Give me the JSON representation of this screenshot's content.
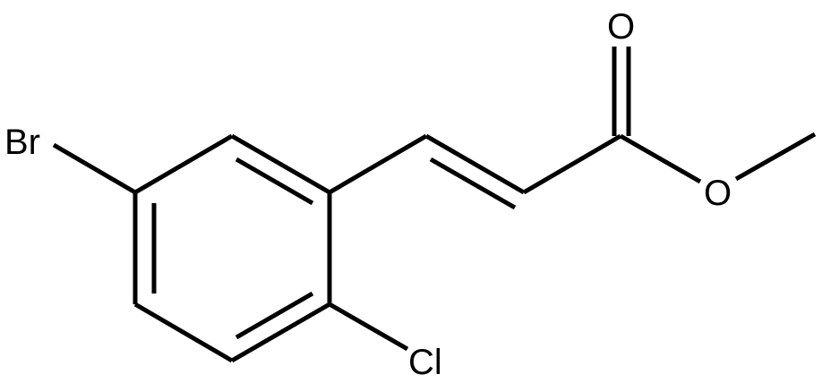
{
  "molecule": {
    "atoms": {
      "bromine": "Br",
      "chlorine": "Cl",
      "carbonyl_oxygen": "O",
      "ester_oxygen": "O"
    }
  }
}
